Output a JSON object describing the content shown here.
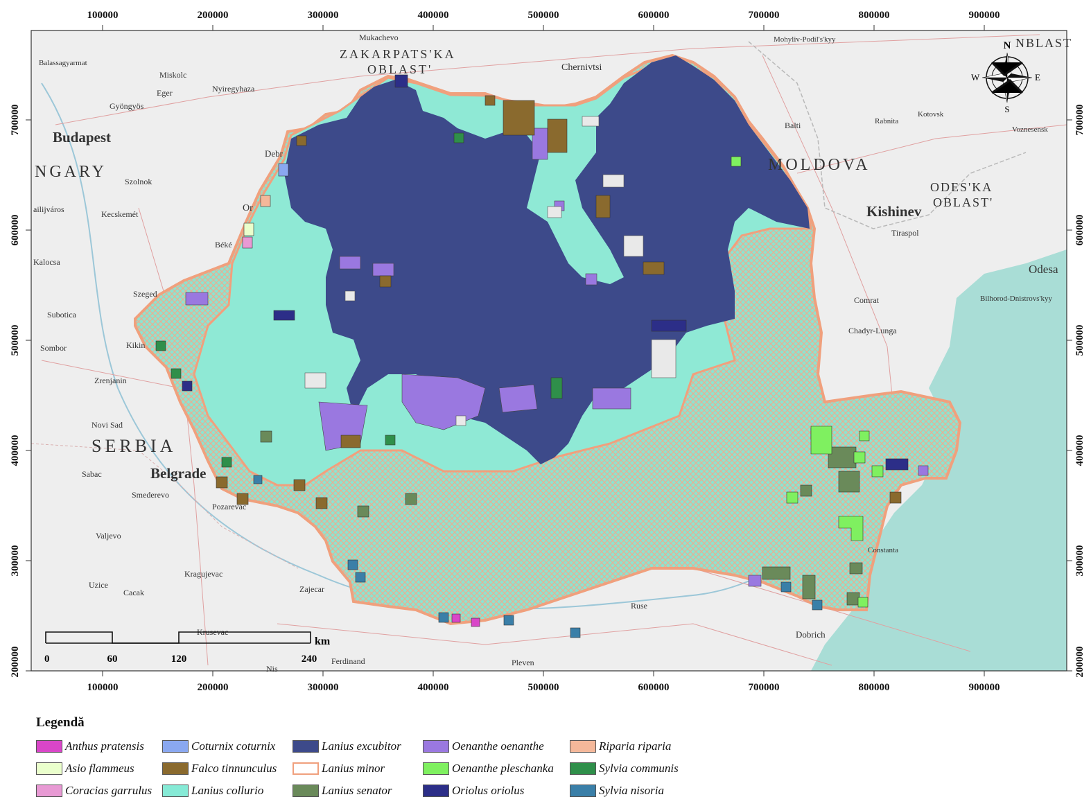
{
  "map": {
    "x_ticks": [
      "100000",
      "200000",
      "300000",
      "400000",
      "500000",
      "600000",
      "700000",
      "800000",
      "900000"
    ],
    "y_ticks": [
      "700000",
      "600000",
      "500000",
      "400000",
      "300000",
      "200000"
    ],
    "places": {
      "budapest": "Budapest",
      "hungary": "NGARY",
      "moldova": "MOLDOVA",
      "kishinev": "Kishinev",
      "odeska": "ODES'KA",
      "oblast": "OBLAST'",
      "serbia": "SERBIA",
      "belgrade": "Belgrade",
      "zakarpatska": "ZAKARPATS'KA",
      "zak_oblast": "OBLAST'",
      "kiro_oblast": "NBLAST",
      "mukachevo": "Mukachevo",
      "chernivtsi": "Chernivtsi",
      "mohyliv": "Mohyliv-Podil's'kyy",
      "balti": "Balti",
      "rabnita": "Rabnita",
      "kotovsk": "Kotovsk",
      "voznesensk": "Voznesensk",
      "tiraspol": "Tiraspol",
      "odesa": "Odesa",
      "bilhorod": "Bilhorod-Dnistrovs'kyy",
      "comrat": "Comrat",
      "chadyr": "Chadyr-Lunga",
      "miskolc": "Miskolc",
      "eger": "Eger",
      "gyongyos": "Gyöngyös",
      "nyiregyhaza": "Nyiregyhaza",
      "szolnok": "Szolnok",
      "kecskemet": "Kecskemét",
      "kiskunfelegyhaza": "ailijváros",
      "kalocsa": "Kalocsa",
      "szeged": "Szeged",
      "subotica": "Subotica",
      "sombor": "Sombor",
      "kikinda": "Kikin",
      "zrenjanin": "Zrenjanin",
      "novi_sad": "Novi Sad",
      "sabac": "Sabac",
      "smederevo": "Smederevo",
      "pozarevac": "Pozarevac",
      "valjevo": "Valjevo",
      "kragujevac": "Kragujevac",
      "uzice": "Uzice",
      "cacak": "Cacak",
      "krusevac": "Krusevac",
      "nis": "Nis",
      "zajecar": "Zajecar",
      "ferdinand": "Ferdinand",
      "pleven": "Pleven",
      "ruse": "Ruse",
      "dobrich": "Dobrich",
      "constanta": "Constanta",
      "bekes": "Béké",
      "debrecen": "Debr",
      "oradea": "Or",
      "balassagyarmat": "Balassagyarmat"
    },
    "scale_bar": {
      "labels": [
        "0",
        "60",
        "120",
        "240"
      ],
      "unit": "km"
    },
    "north_arrow": {
      "n": "N",
      "s": "S",
      "e": "E",
      "w": "W"
    }
  },
  "legend": {
    "title": "Legendă",
    "items": [
      {
        "label": "Anthus pratensis",
        "color": "#d946c8"
      },
      {
        "label": "Asio flammeus",
        "color": "#eaffcc"
      },
      {
        "label": "Coracias garrulus",
        "color": "#e89ad4"
      },
      {
        "label": "Coturnix coturnix",
        "color": "#8aa8f0"
      },
      {
        "label": "Falco tinnunculus",
        "color": "#8a6a2e"
      },
      {
        "label": "Lanius collurio",
        "color": "#86ead6"
      },
      {
        "label": "Lanius excubitor",
        "color": "#3d4a8a"
      },
      {
        "label": "Lanius minor",
        "color": "hatch"
      },
      {
        "label": "Lanius senator",
        "color": "#6a8a5a"
      },
      {
        "label": "Oenanthe oenanthe",
        "color": "#9a78e0"
      },
      {
        "label": "Oenanthe pleschanka",
        "color": "#7ff060"
      },
      {
        "label": "Oriolus oriolus",
        "color": "#2c2e88"
      },
      {
        "label": "Riparia riparia",
        "color": "#f4b89a"
      },
      {
        "label": "Sylvia communis",
        "color": "#2f8f4a"
      },
      {
        "label": "Sylvia nisoria",
        "color": "#3a7fa8"
      }
    ]
  }
}
